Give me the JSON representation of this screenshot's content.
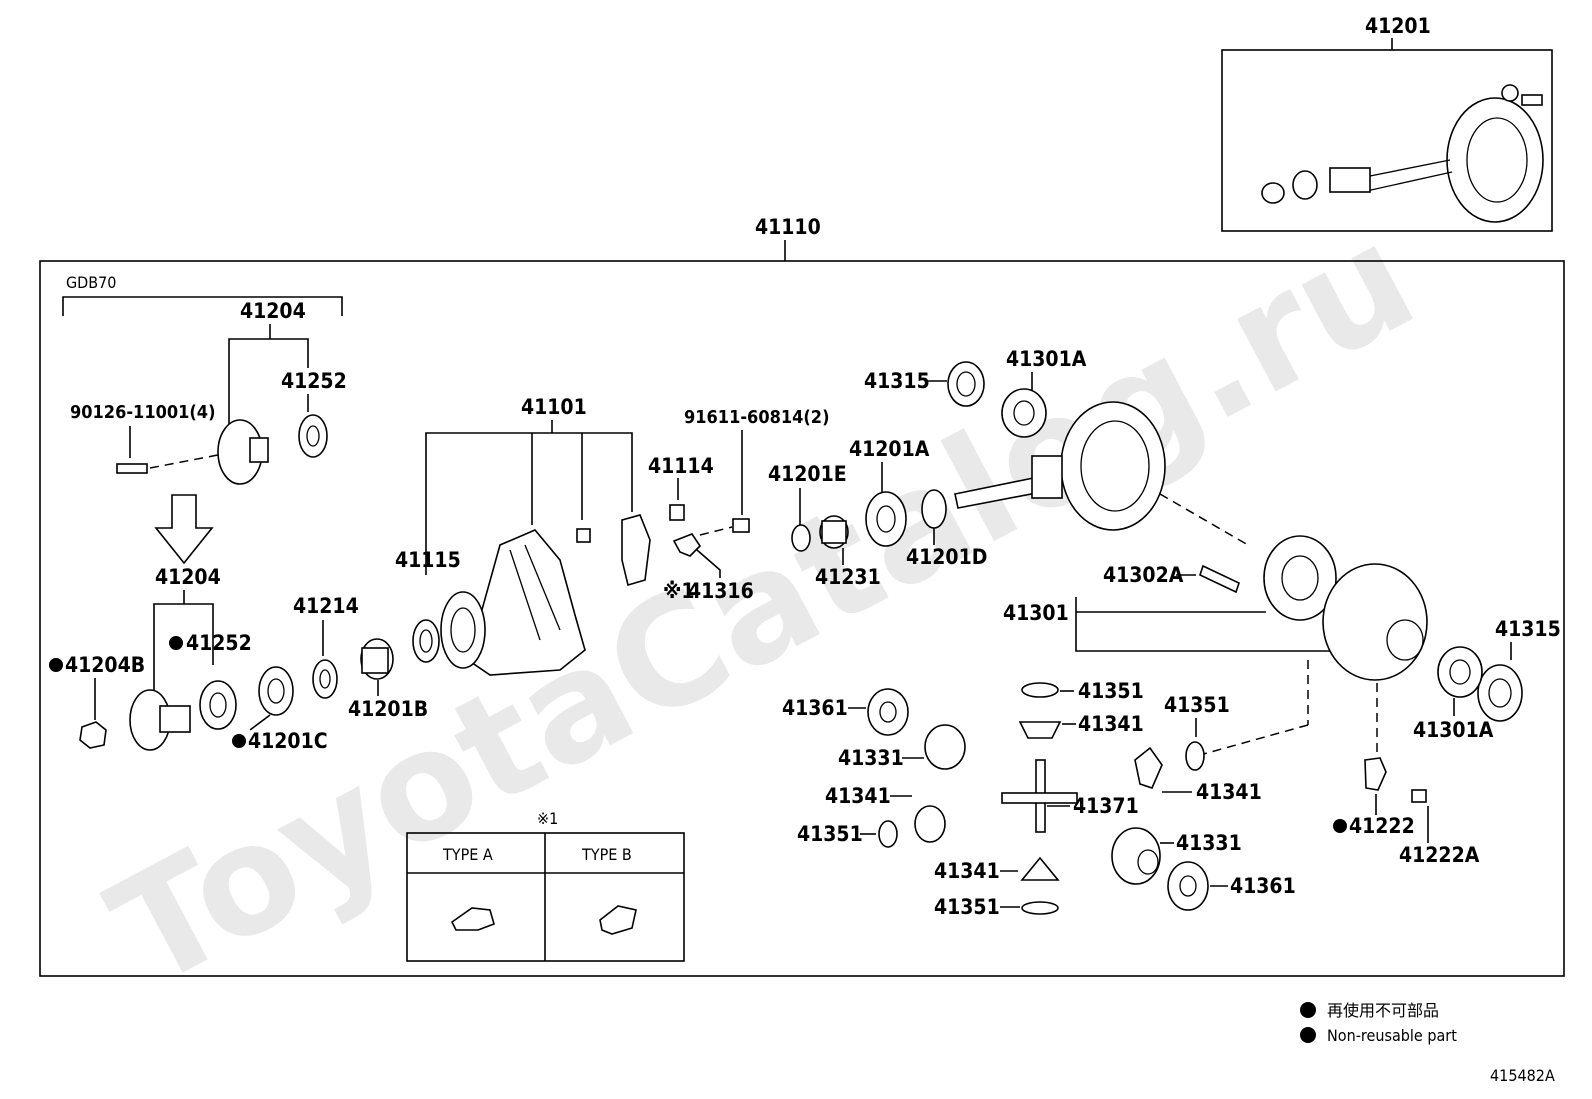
{
  "labels": {
    "p41201": "41201",
    "p41110": "41110",
    "gdb70": "GDB70",
    "p41204_top": "41204",
    "p41252_top": "41252",
    "bolt_90126": "90126-11001(4)",
    "p41204_bot": "41204",
    "p41252_bot": "41252",
    "p41204B": "41204B",
    "p41201C": "41201C",
    "p41214": "41214",
    "p41201B": "41201B",
    "p41115": "41115",
    "p41101": "41101",
    "p41114": "41114",
    "bolt_91611": "91611-60814(2)",
    "p41316": "41316",
    "ref_mark": "※1",
    "p41201E": "41201E",
    "p41231": "41231",
    "p41201A": "41201A",
    "p41201D": "41201D",
    "p41315_top": "41315",
    "p41301A_top": "41301A",
    "p41302A": "41302A",
    "p41301": "41301",
    "p41315_right": "41315",
    "p41301A_right": "41301A",
    "p41361_left": "41361",
    "p41331_left": "41331",
    "p41341_left": "41341",
    "p41351_left": "41351",
    "p41351_a": "41351",
    "p41341_a": "41341",
    "p41371": "41371",
    "p41341_b": "41341",
    "p41351_b": "41351",
    "p41351_c": "41351",
    "p41341_c": "41341",
    "p41331_right": "41331",
    "p41361_right": "41361",
    "p41222": "41222",
    "p41222A": "41222A"
  },
  "type_table": {
    "ref": "※1",
    "col_a": "TYPE A",
    "col_b": "TYPE B"
  },
  "legend": {
    "jp": "再使用不可部品",
    "en": "Non-reusable part"
  },
  "diagram_id": "415482A",
  "watermark": "ToyotaCatalog.ru"
}
